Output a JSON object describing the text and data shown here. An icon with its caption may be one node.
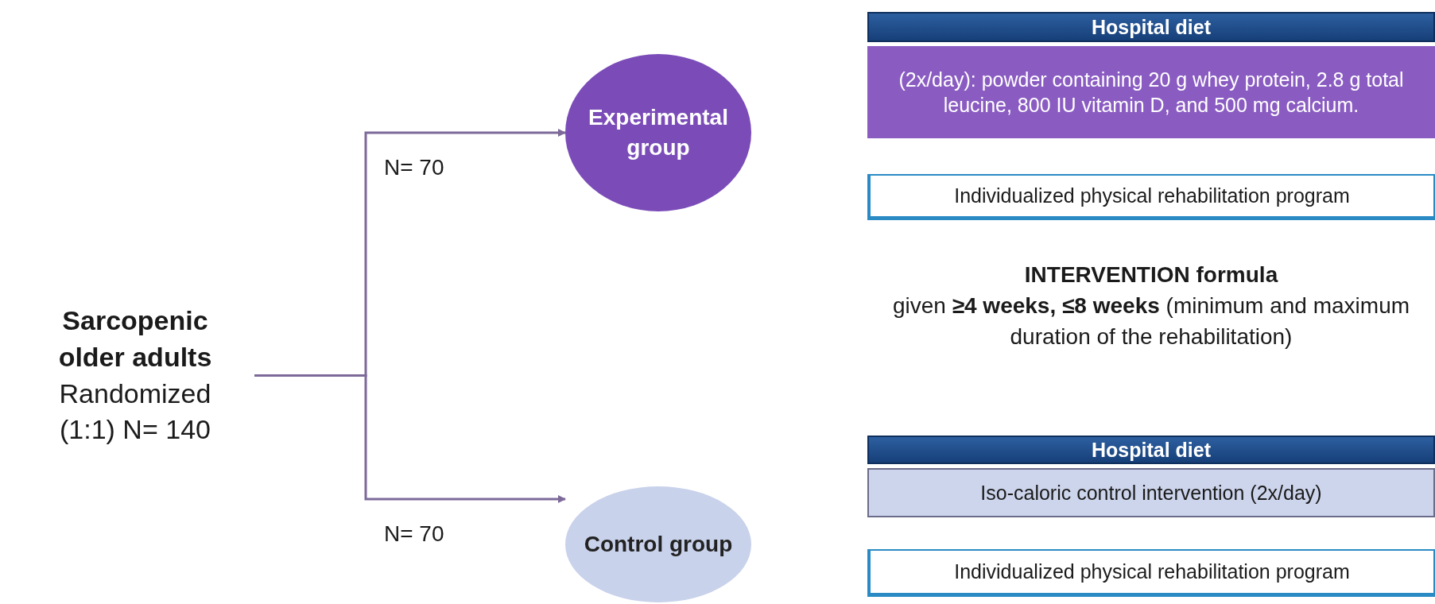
{
  "diagram": {
    "nodes": [
      {
        "text": [
          "Sarcopenic older adults",
          "Randomized (1:1) N= 140"
        ]
      },
      {
        "text": [
          "Experimental group"
        ]
      },
      {
        "text": [
          "Hospital diet"
        ]
      },
      {
        "text": [
          "(2x/day): powder containing 20 g whey protein, 2.8 g total leucine, 800 IU vitamin D, and 500 mg calcium."
        ]
      },
      {
        "text": [
          "Individualized physical rehabilitation program"
        ]
      },
      {
        "text": [
          "Control group"
        ]
      },
      {
        "text": [
          "Hospital diet"
        ]
      },
      {
        "text": [
          "Iso-caloric control intervention (2x/day)"
        ]
      },
      {
        "text": [
          "Individualized physical rehabilitation program"
        ]
      }
    ],
    "edges": [
      {
        "from": 0,
        "to": 1,
        "arrow": "to",
        "label": "N= 70"
      },
      {
        "from": 0,
        "to": 5,
        "arrow": "to",
        "label": "N= 70"
      }
    ],
    "labels": [
      "INTERVENTION formula",
      "given **≥4 weeks, ≤8 weeks** (minimum and maximum duration of the rehabilitation)"
    ]
  }
}
